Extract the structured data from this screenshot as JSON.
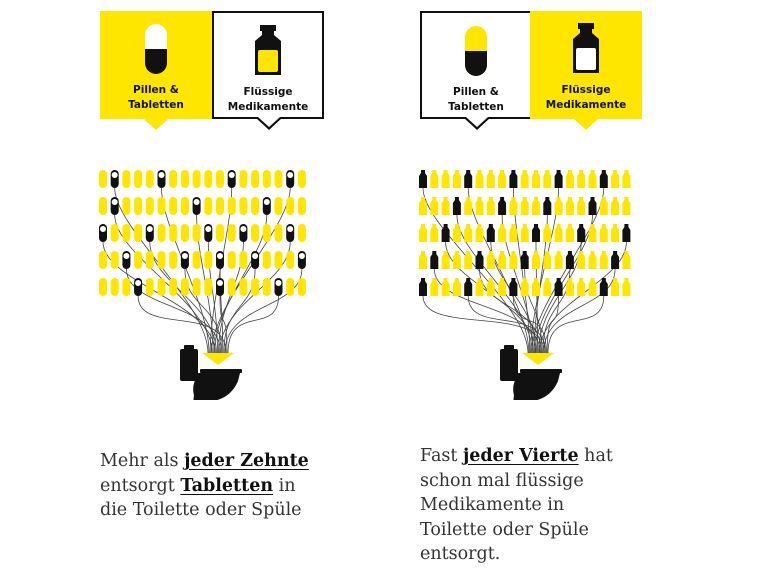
{
  "colors": {
    "accent": "#ffe600",
    "dark": "#111111",
    "text": "#333333"
  },
  "left_panel": {
    "tabs": [
      {
        "label_line1": "Pillen &",
        "label_line2": "Tabletten",
        "icon": "pill-icon",
        "active": true
      },
      {
        "label_line1": "Flüssige",
        "label_line2": "Medikamente",
        "icon": "bottle-icon",
        "active": false
      }
    ],
    "diagram": {
      "rows": 5,
      "cols": 18,
      "icon": "pill-icon",
      "highlighted_share": "1/10"
    },
    "caption": {
      "part1": "Mehr als ",
      "bold1": "jeder Zehnte",
      "part2": "entsorgt ",
      "bold2": "Tabletten",
      "part3": " in",
      "part4": "die Toilette oder Spüle"
    }
  },
  "right_panel": {
    "tabs": [
      {
        "label_line1": "Pillen &",
        "label_line2": "Tabletten",
        "icon": "pill-icon",
        "active": false
      },
      {
        "label_line1": "Flüssige",
        "label_line2": "Medikamente",
        "icon": "bottle-icon",
        "active": true
      }
    ],
    "diagram": {
      "rows": 5,
      "cols": 19,
      "icon": "bottle-icon",
      "highlighted_share": "1/4"
    },
    "caption": {
      "part1": "Fast ",
      "bold1": "jeder Vierte",
      "part2": " hat",
      "line2": "schon mal flüssige",
      "line3": "Medikamente in",
      "line4": "Toilette oder Spüle",
      "line5": "entsorgt."
    }
  }
}
